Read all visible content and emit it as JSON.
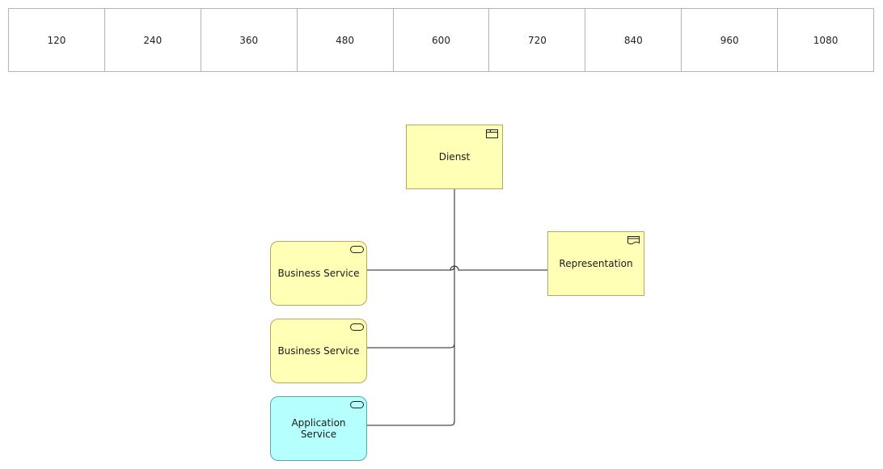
{
  "ruler": {
    "ticks": [
      "120",
      "240",
      "360",
      "480",
      "600",
      "720",
      "840",
      "960",
      "1080"
    ]
  },
  "colors": {
    "business": "#ffffb5",
    "application": "#b5ffff",
    "line": "#1e1e1e",
    "ruler_border": "#b4b4b4"
  },
  "nodes": {
    "dienst": {
      "label": "Dienst",
      "icon": "business-object-icon"
    },
    "representation": {
      "label": "Representation",
      "icon": "representation-icon"
    },
    "business_service_1": {
      "label": "Business Service",
      "icon": "service-icon"
    },
    "business_service_2": {
      "label": "Business Service",
      "icon": "service-icon"
    },
    "application_service": {
      "label": "Application Service",
      "icon": "service-icon"
    }
  }
}
